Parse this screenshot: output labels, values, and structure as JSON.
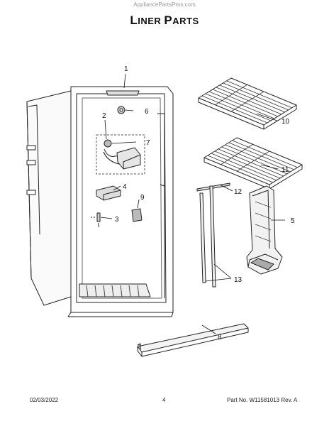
{
  "watermark": "AppliancePartsPros.com",
  "title": {
    "first_letter": "L",
    "rest_1": "INER ",
    "second_letter": "P",
    "rest_2": "ARTS"
  },
  "callouts": [
    "1",
    "2",
    "3",
    "4",
    "5",
    "6",
    "7",
    "8",
    "9",
    "10",
    "11",
    "12",
    "13"
  ],
  "footer": {
    "date": "02/03/2022",
    "page": "4",
    "part_no": "Part No. W11581013  Rev. A"
  }
}
